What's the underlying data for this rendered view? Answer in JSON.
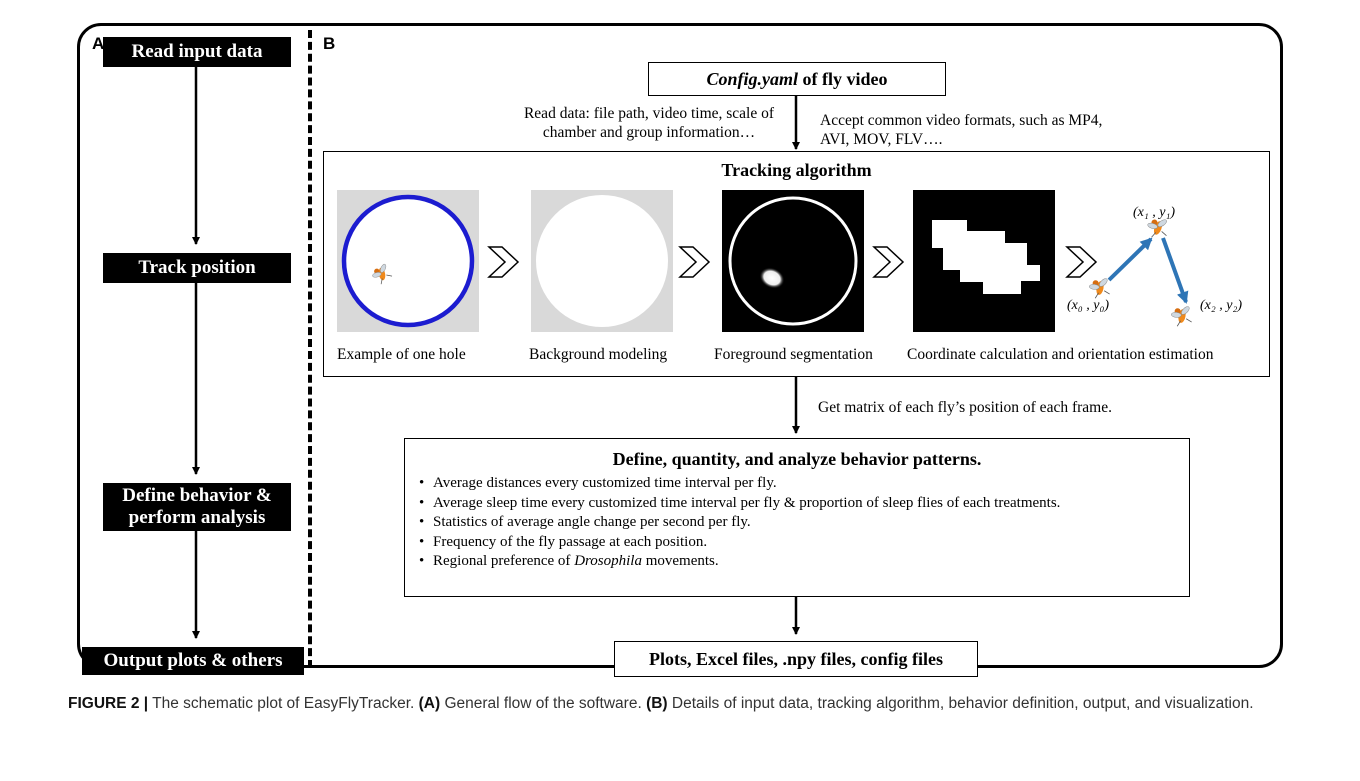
{
  "panels": {
    "a": "A",
    "b": "B"
  },
  "panel_a": {
    "steps": [
      "Read input data",
      "Track position",
      "Define behavior &\nperform analysis",
      "Output plots & others"
    ]
  },
  "panel_b": {
    "config_box": {
      "italic": "Config.yaml",
      "rest": " of fly video"
    },
    "read_note": "Read data: file path, video time, scale of chamber and group information…",
    "accept_note": "Accept common video formats, such as MP4, AVI, MOV, FLV….",
    "tracking_title": "Tracking algorithm",
    "step_labels": [
      "Example of one hole",
      "Background modeling",
      "Foreground segmentation",
      "Coordinate calculation and orientation estimation"
    ],
    "coords": {
      "p1": "(x₁ , y₁)",
      "p0": "(x₀ , y₀)",
      "p2": "(x₂ , y₂)"
    },
    "matrix_note": "Get matrix of each fly’s position of each frame.",
    "analysis_title": "Define, quantity, and analyze behavior patterns.",
    "bullets": [
      "Average distances every customized time interval per fly.",
      "Average sleep time every customized time interval per fly & proportion of sleep flies of  each treatments.",
      "Statistics of average angle change per second per fly.",
      "Frequency of the fly passage at each position."
    ],
    "bullet5": {
      "pre": "Regional preference of ",
      "italic": "Drosophila",
      "post": " movements."
    },
    "output_box": "Plots, Excel files, .npy files, config files"
  },
  "caption": {
    "label": "FIGURE 2 |",
    "text1": " The schematic plot of EasyFlyTracker. ",
    "a_label": "(A)",
    "text2": " General flow of the software. ",
    "b_label": "(B)",
    "text3": " Details of input data, tracking algorithm, behavior definition, output, and visualization."
  },
  "colors": {
    "ring": "#1c1cd0",
    "arrow_blue": "#2e75b6",
    "bg_gray": "#d9d9d9",
    "fly_orange": "#f08a1c"
  }
}
